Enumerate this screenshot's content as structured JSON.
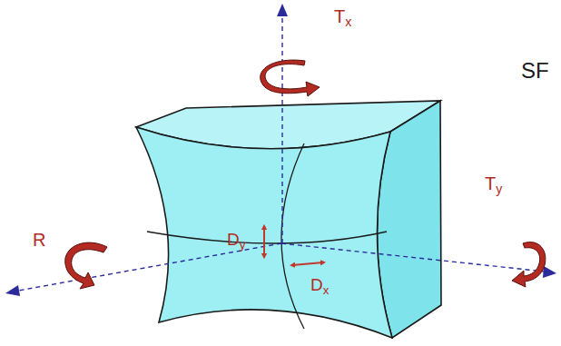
{
  "diagram": {
    "labels": [
      "Tx",
      "SF",
      "Dy",
      "R",
      "Dx",
      "Ty"
    ]
  }
}
